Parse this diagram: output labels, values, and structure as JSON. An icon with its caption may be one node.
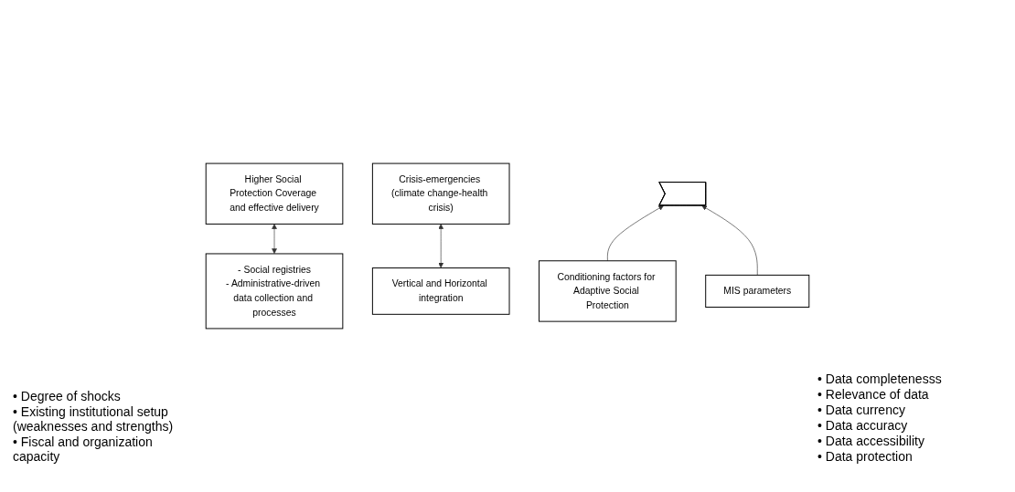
{
  "diagram": {
    "nodes": [
      {
        "text": [
          "Higher Social Protection Coverage and effective delivery"
        ]
      },
      {
        "text": [
          "- Social registries",
          "- Administrative-driven data collection and processes"
        ]
      },
      {
        "text": [
          "Crisis-emergencies (climate change-health crisis)"
        ]
      },
      {
        "text": [
          "Vertical and Horizontal integration"
        ]
      },
      {
        "text": [],
        "shape": "arrow"
      },
      {
        "text": [
          "Conditioning factors for Adaptive Social Protection"
        ],
        "beside": [
          "• Degree of shocks",
          "• Existing institutional setup (weaknesses and strengths)",
          "• Fiscal and organization capacity"
        ]
      },
      {
        "text": [
          "MIS parameters"
        ],
        "beside": [
          "• Data completenesss",
          "• Relevance of data",
          "• Data currency",
          "• Data accuracy",
          "• Data accessibility",
          "• Data protection"
        ]
      }
    ],
    "edges": [
      {
        "from": 0,
        "to": 1,
        "arrow": "both"
      },
      {
        "from": 2,
        "to": 3,
        "arrow": "both"
      },
      {
        "from": 5,
        "to": 4,
        "arrow": "to"
      },
      {
        "from": 6,
        "to": 4,
        "arrow": "to"
      }
    ]
  }
}
